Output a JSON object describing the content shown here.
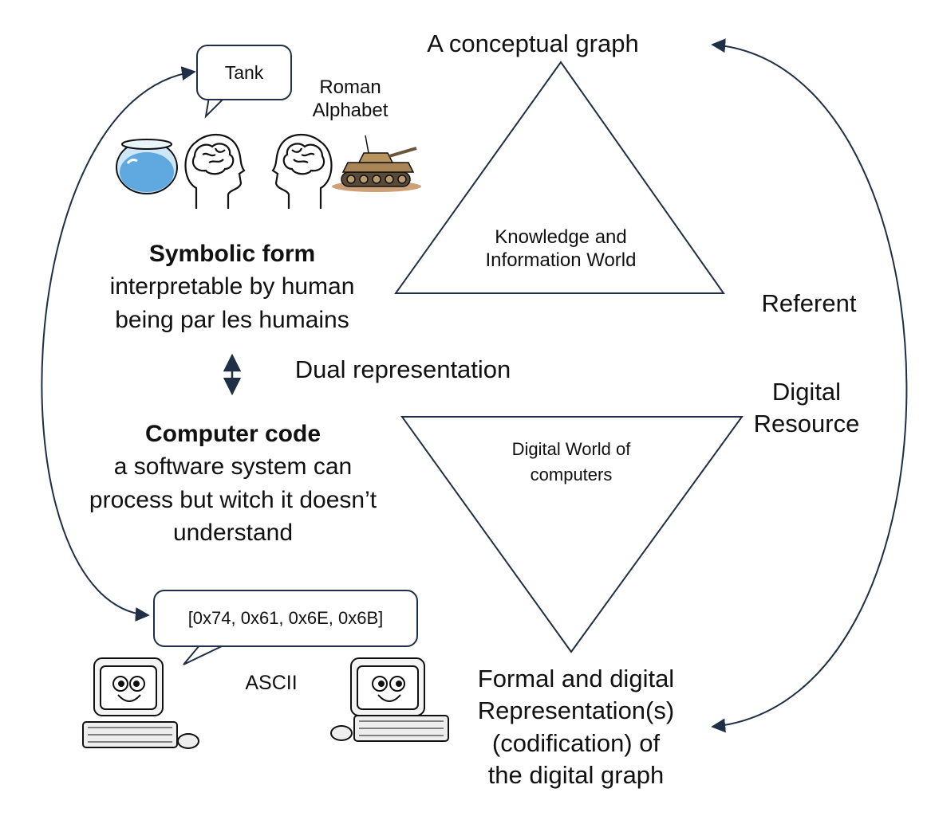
{
  "top_label": "A conceptual graph",
  "knowledge_triangle": {
    "line1": "Knowledge and",
    "line2": "Information World"
  },
  "digital_triangle": {
    "line1": "Digital World of",
    "line2": "computers"
  },
  "referent_label": "Referent",
  "digital_resource": {
    "line1": "Digital",
    "line2": "Resource"
  },
  "dual_representation": "Dual representation",
  "symbolic": {
    "title": "Symbolic form",
    "line1": "interpretable by human",
    "line2": "being par les humains"
  },
  "computer_code": {
    "title": "Computer code",
    "line1": "a software system can",
    "line2": "process but witch it doesn’t",
    "line3": "understand"
  },
  "tank_bubble": "Tank",
  "roman_alphabet": {
    "line1": "Roman",
    "line2": "Alphabet"
  },
  "ascii_bubble": "[0x74, 0x61, 0x6E, 0x6B]",
  "ascii_label": "ASCII",
  "formal": {
    "line1": "Formal and digital",
    "line2": "Representation(s)",
    "line3": "(codification) of",
    "line4": "the digital graph"
  },
  "colors": {
    "stroke": "#1f2f45",
    "text": "#111111",
    "water": "#5fa8e0",
    "tank": "#9a7a4a"
  },
  "icons": [
    "fishbowl-icon",
    "brain-head-icon",
    "tank-icon",
    "computer-icon",
    "double-arrow-icon"
  ]
}
